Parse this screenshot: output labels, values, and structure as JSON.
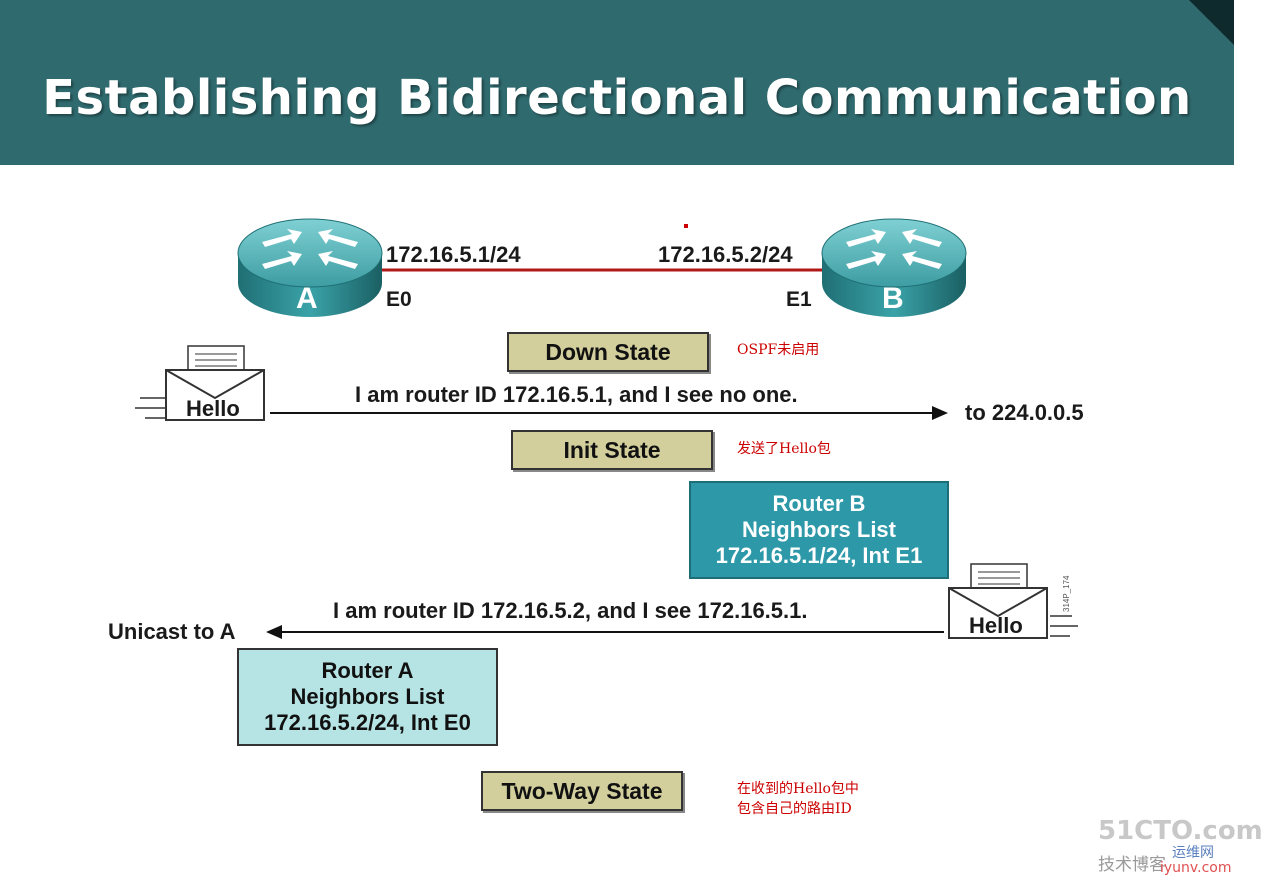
{
  "title": "Establishing Bidirectional Communication",
  "routers": {
    "a": {
      "label": "A",
      "ip": "172.16.5.1/24",
      "interface": "E0"
    },
    "b": {
      "label": "B",
      "ip": "172.16.5.2/24",
      "interface": "E1"
    }
  },
  "states": {
    "down": "Down State",
    "init": "Init State",
    "two_way": "Two-Way State"
  },
  "notes": {
    "down": "OSPF未启用",
    "init": "发送了Hello包",
    "two_way_line1": "在收到的Hello包中",
    "two_way_line2": "包含自己的路由ID"
  },
  "hello_a": {
    "envelope": "Hello",
    "message": "I am router ID 172.16.5.1, and I see no one.",
    "destination": "to 224.0.0.5"
  },
  "hello_b": {
    "envelope": "Hello",
    "message": "I am router ID 172.16.5.2, and I see 172.16.5.1.",
    "destination": "Unicast to A",
    "figure_id": "314P_174"
  },
  "neighbors_b": {
    "title": "Router B",
    "subtitle": "Neighbors List",
    "entry": "172.16.5.1/24, Int E1"
  },
  "neighbors_a": {
    "title": "Router A",
    "subtitle": "Neighbors List",
    "entry": "172.16.5.2/24, Int E0"
  },
  "watermark": {
    "site": "51CTO.com",
    "line2": "技术博客",
    "brand": "运维网",
    "url": "iyunv.com"
  },
  "colors": {
    "header": "#2f6a6e",
    "link": "#b01818",
    "state_box": "#d2cf9c",
    "router_b_list": "#2d98a8",
    "router_a_list": "#b6e4e4",
    "note": "#cc0000"
  }
}
